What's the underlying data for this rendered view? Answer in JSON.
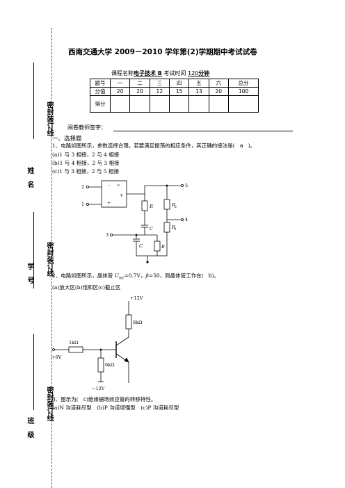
{
  "header": {
    "title": "西南交通大学 2009－2010 学年第(2)学期期中考试试卷",
    "course_prefix": "课程名称",
    "course_name": "电子技术 B",
    "time_prefix": "考试时间",
    "time_value": "120",
    "time_unit": "分钟"
  },
  "score_table": {
    "columns": [
      "题号",
      "一",
      "二",
      "三",
      "四",
      "五",
      "六",
      "总分"
    ],
    "rows": [
      [
        "分值",
        "20",
        "20",
        "12",
        "15",
        "13",
        "20",
        "100"
      ],
      [
        "得分",
        "",
        "",
        "",
        "",
        "",
        "",
        ""
      ]
    ]
  },
  "reviewer_label": "阅卷教师签字：",
  "sidebar": {
    "seal_1": "密封装订线",
    "seal_2": "密封装订线",
    "seal_3": "密封装订线",
    "name_label": "姓　名",
    "id_label": "学　号",
    "class_label": "班　级"
  },
  "section": {
    "title": "一、选择题"
  },
  "q1": {
    "stem": "1、电路如图所示，参数选择合理，若要满足振荡的相应条件，其正确的接法是(",
    "answer": "a",
    "stem_end": ")。",
    "options": [
      "(a)1 与 3 相接，2 与 4 相接",
      "(b)1 与 4 相接，2 与 3 相接",
      "(c)1 与 3 相接，2 与 5 相接"
    ],
    "labels": {
      "n1": "1",
      "n2": "2",
      "n3": "3",
      "n4": "4",
      "n5": "5",
      "inf": "∞",
      "minus": "-",
      "plus1": "+",
      "plus2": "+",
      "R": "R",
      "R1": "R",
      "R1sub": "1",
      "R2": "R",
      "R2sub": "2",
      "C1": "C",
      "C2": "C",
      "R3": "R"
    }
  },
  "q2": {
    "stem_a": "2、电路如图所示，晶体管 ",
    "ube": "U",
    "ube_sub": "BE",
    "stem_b": "=0.7V，",
    "beta": "β",
    "stem_c": "=50，则晶体管工作在(",
    "answer": "b",
    "stem_end": ")。",
    "options": "(a)放大区(b)饱和区(c)截止区",
    "labels": {
      "vcc": "+12V",
      "rc": "8kΩ",
      "rb": "1kΩ",
      "vin": "+6V",
      "re": "6kΩ",
      "vee": "−12V"
    }
  },
  "q3": {
    "stem": "3、图示为(",
    "answer": "c",
    "stem_end": ")绝缘栅场效应管的转移特性。",
    "options": "(a)N 沟道耗尽型　(b)P 沟道增强型　(c)P 沟道耗尽型"
  }
}
